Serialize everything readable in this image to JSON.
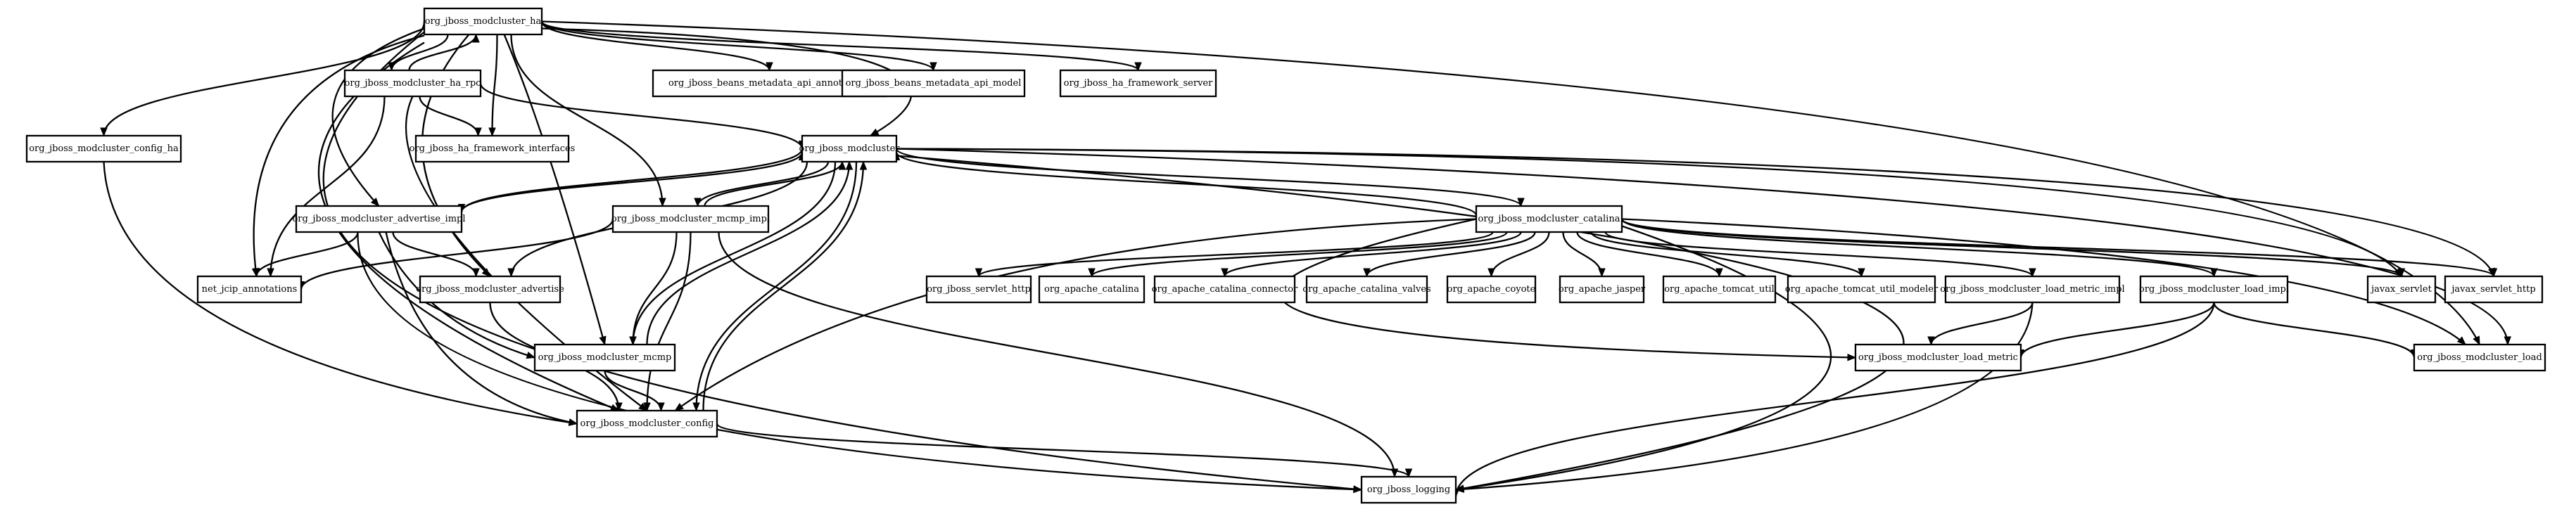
{
  "diagram": {
    "nodes": [
      {
        "id": "ha",
        "label": "org_jboss_modcluster_ha"
      },
      {
        "id": "ha_rpc",
        "label": "org_jboss_modcluster_ha_rpc"
      },
      {
        "id": "beans_ann",
        "label": "org_jboss_beans_metadata_api_annotations"
      },
      {
        "id": "beans_model",
        "label": "org_jboss_beans_metadata_api_model"
      },
      {
        "id": "ha_server",
        "label": "org_jboss_ha_framework_server"
      },
      {
        "id": "config_ha",
        "label": "org_jboss_modcluster_config_ha"
      },
      {
        "id": "ha_fw_if",
        "label": "org_jboss_ha_framework_interfaces"
      },
      {
        "id": "modcluster",
        "label": "org_jboss_modcluster"
      },
      {
        "id": "adv_impl",
        "label": "org_jboss_modcluster_advertise_impl"
      },
      {
        "id": "mcmp_impl",
        "label": "org_jboss_modcluster_mcmp_impl"
      },
      {
        "id": "catalina",
        "label": "org_jboss_modcluster_catalina"
      },
      {
        "id": "jcip",
        "label": "net_jcip_annotations"
      },
      {
        "id": "advertise",
        "label": "org_jboss_modcluster_advertise"
      },
      {
        "id": "servlet_http",
        "label": "org_jboss_servlet_http"
      },
      {
        "id": "ap_catalina",
        "label": "org_apache_catalina"
      },
      {
        "id": "ap_connector",
        "label": "org_apache_catalina_connector"
      },
      {
        "id": "ap_valves",
        "label": "org_apache_catalina_valves"
      },
      {
        "id": "ap_coyote",
        "label": "org_apache_coyote"
      },
      {
        "id": "ap_jasper",
        "label": "org_apache_jasper"
      },
      {
        "id": "ap_tomcat_util",
        "label": "org_apache_tomcat_util"
      },
      {
        "id": "ap_modeler",
        "label": "org_apache_tomcat_util_modeler"
      },
      {
        "id": "lm_impl",
        "label": "org_jboss_modcluster_load_metric_impl"
      },
      {
        "id": "load_impl",
        "label": "org_jboss_modcluster_load_impl"
      },
      {
        "id": "javax_servlet",
        "label": "javax_servlet"
      },
      {
        "id": "javax_http",
        "label": "javax_servlet_http"
      },
      {
        "id": "mcmp",
        "label": "org_jboss_modcluster_mcmp"
      },
      {
        "id": "load_metric",
        "label": "org_jboss_modcluster_load_metric"
      },
      {
        "id": "load",
        "label": "org_jboss_modcluster_load"
      },
      {
        "id": "config",
        "label": "org_jboss_modcluster_config"
      },
      {
        "id": "logging",
        "label": "org_jboss_logging"
      }
    ]
  }
}
